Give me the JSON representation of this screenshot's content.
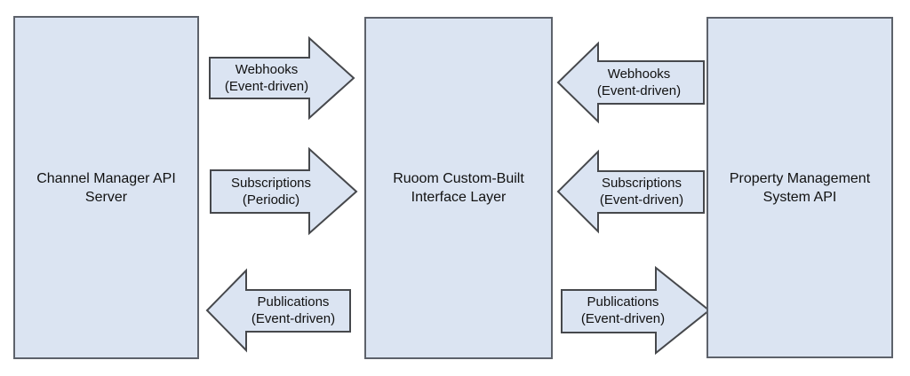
{
  "diagram": {
    "colors": {
      "background": "#ffffff",
      "shape_fill": "#dbe4f2",
      "box_stroke": "#5d626b",
      "arrow_stroke": "#46484c",
      "text": "#111111"
    },
    "nodes": [
      {
        "name": "channel-manager-api-server",
        "line1": "Channel Manager API",
        "line2": "Server"
      },
      {
        "name": "ruoom-custom-built-interface-layer",
        "line1": "Ruoom Custom-Built",
        "line2": "Interface Layer"
      },
      {
        "name": "property-management-system-api",
        "line1": "Property Management",
        "line2": "System API"
      }
    ],
    "arrows": [
      {
        "name": "channel-manager-webhooks",
        "direction": "right",
        "line1": "Webhooks",
        "line2": "(Event-driven)"
      },
      {
        "name": "channel-manager-subscriptions",
        "direction": "right",
        "line1": "Subscriptions",
        "line2": "(Periodic)"
      },
      {
        "name": "channel-manager-publications",
        "direction": "left",
        "line1": "Publications",
        "line2": "(Event-driven)"
      },
      {
        "name": "pms-webhooks",
        "direction": "left",
        "line1": "Webhooks",
        "line2": "(Event-driven)"
      },
      {
        "name": "pms-subscriptions",
        "direction": "left",
        "line1": "Subscriptions",
        "line2": "(Event-driven)"
      },
      {
        "name": "pms-publications",
        "direction": "right",
        "line1": "Publications",
        "line2": "(Event-driven)"
      }
    ]
  }
}
